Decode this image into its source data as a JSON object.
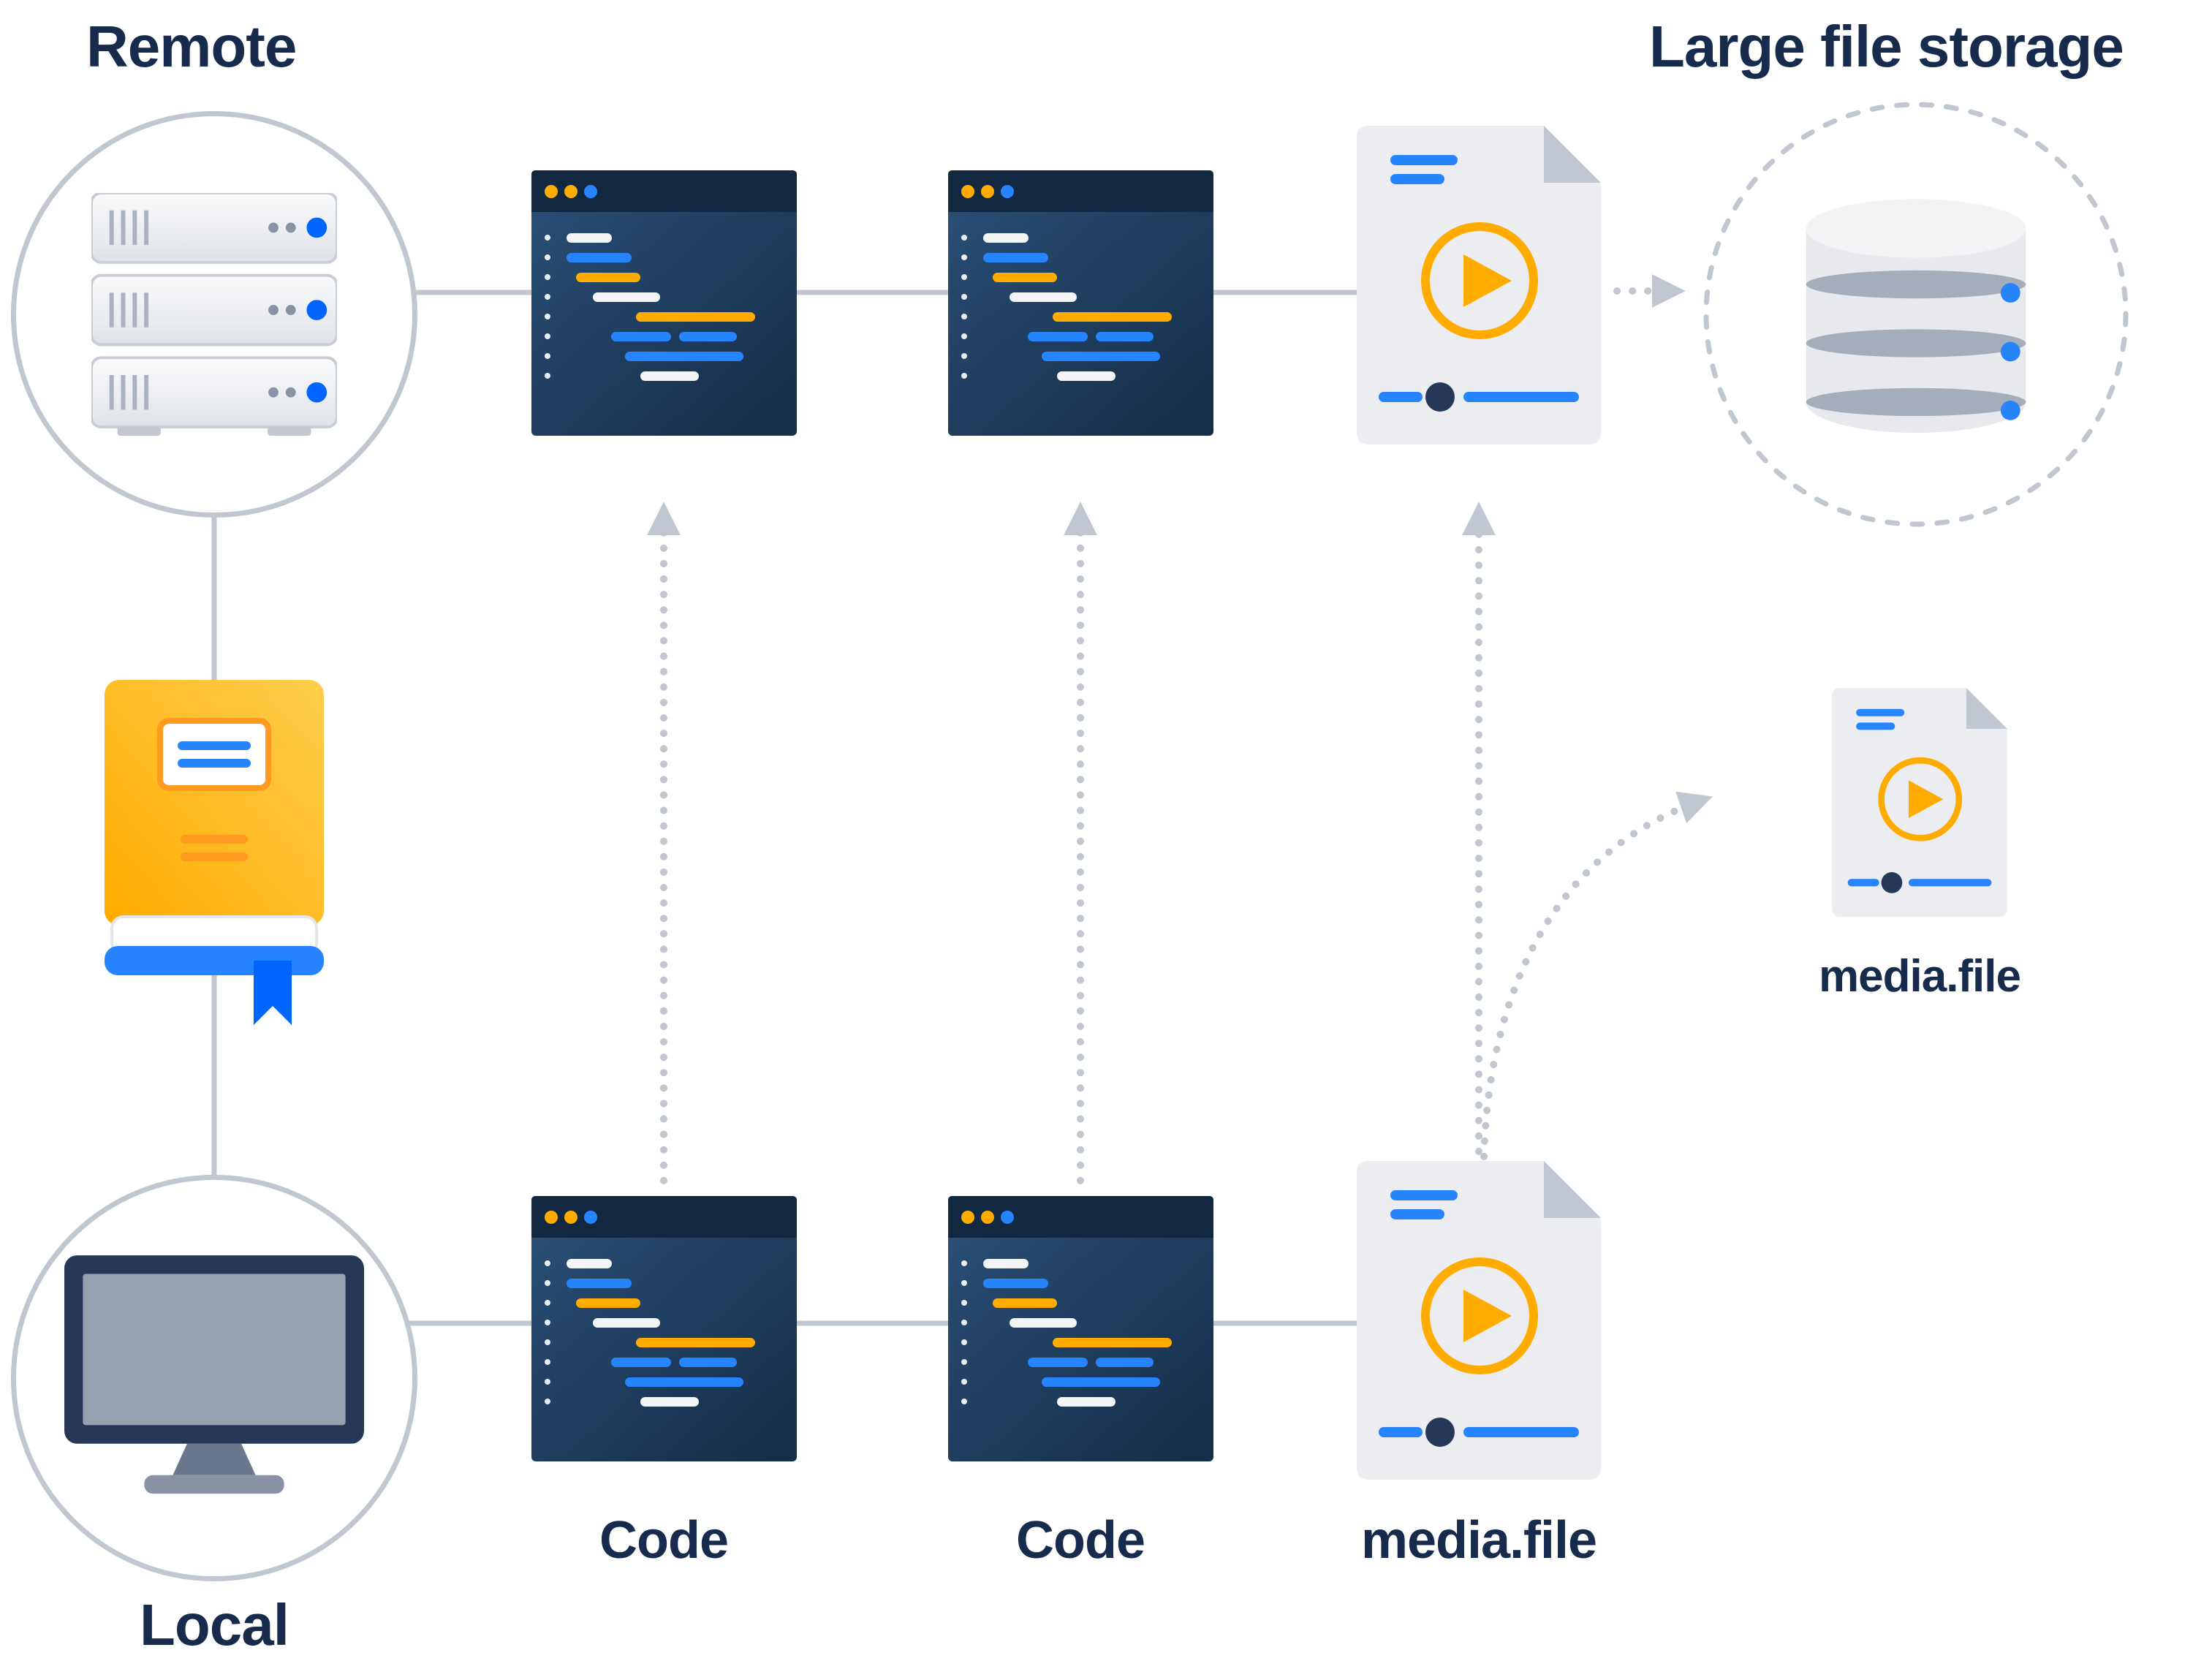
{
  "diagram": {
    "type": "flow-diagram",
    "subject": "remote-local code sync with large file storage for media files",
    "labels": {
      "remote": "Remote",
      "large_file_storage": "Large file storage",
      "local": "Local",
      "code_left": "Code",
      "code_right": "Code",
      "media_file_bottom": "media.file",
      "media_file_right": "media.file"
    },
    "icons": {
      "server": "server-icon",
      "repository_book": "book-icon",
      "monitor": "monitor-icon",
      "database": "database-icon",
      "code_window": "code-window-icon",
      "media_file": "media-file-icon",
      "play": "play-icon",
      "dotted_arrow": "dotted-arrow-icon"
    },
    "colors": {
      "label_navy": "#172b4d",
      "window_navy": "#17324d",
      "blue": "#2684ff",
      "deep_blue": "#0065ff",
      "orange": "#ffab00",
      "line_gray": "#c1c7d0",
      "doc_gray": "#ebedf0"
    }
  }
}
